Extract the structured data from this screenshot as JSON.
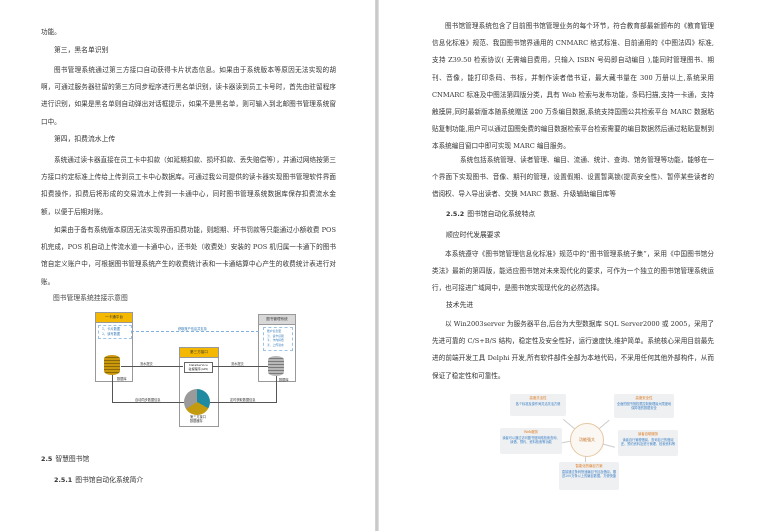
{
  "left_page": {
    "p0": "功能。",
    "h_blacklist": "第三，黑名单识别",
    "p_blacklist": "图书管理系统通过第三方接口自动获得卡片状态信息。如果由于系统版本等原因无法实现的胡啊，可通过服务器驻留的第三方同步程序进行黑名单识别，读卡器读到员工卡号时，首先由驻留程序进行识别，如果是黑名单则自动弹出对话框提示，如果不是黑名单，则可输入到北邮图书管理系统窗口中。",
    "h_fee": "第四，扣费流水上传",
    "p_fee1": "系统通过读卡器直接在员工卡中扣款（如延期扣款、损坏扣款、丢失赔偿等），并通过网络按第三方接口约定标准上传给上传到员工卡中心数据库。可通过我公司提供的读卡器实现图书管理软件界面扣费操作，扣费后将形成的交易流水上传到一卡通中心，同时图书管理系统数据库保存扣费流水金额，以便于后期对账。",
    "p_fee2": "如果由于备有系统版本原因无法实现界面扣费功能，则超期、坏书罚款等只能通过小额收费 POS 机完成，POS 机自动上传流水道一卡通中心，还书处（收费处）安装的 POS 机归属一卡通下的图书馆自定义账户中，可根据图书管理系统产生的收费统计表和一卡通结算中心产生的收费统计表进行对账。",
    "figure_caption": "图书管理系统挂接示意图",
    "h_25_num": "2.5",
    "h_25_text": "智慧图书馆",
    "h_251_num": "2.5.1",
    "h_251_text": "图书馆自动化系统简介"
  },
  "diagram": {
    "box_left_title": "一卡通平台",
    "box_left_items": "1、卡片数据\n2、读写数据",
    "box_left_db": "数据库",
    "box_right_title": "图书管理系统",
    "box_right_items": "账户信息更\n①、读卡识别\n②、卡内扣费\n③、上传流水",
    "box_right_db": "数据库",
    "box_mid_title": "第三方接口",
    "box_mid_service": "DataService\n驻留程序(API)",
    "box_mid_db": "第三方接口\n数据缓存",
    "arrow_top": "获取账户信息并支持",
    "arrow_left_mid": "流水提交",
    "arrow_right_mid": "流水提交",
    "arrow_bottom_left": "自动同步数据信息",
    "arrow_bottom_right": "定时获取数据信息"
  },
  "right_page": {
    "p1": "图书馆管理系统包含了目前图书馆管理业务的每个环节，符合教育部最新颁布的《教育管理信息化标准》规范、我国图书馆界通用的 CNMARC 格式标准、目前通用的《中图法四》标准,支持 Z39.50 检索协议( 无需编目费用，只输入 ISBN 号码即自动编目 ),能同时管理图书、期刊、音像，能打印条码、书标，并制作读者借书证，最大藏书量在 300 万册以上,系统采用 CNMARC 标准及中图法第四版分类，具有 Web 检索与发布功能，条码扫描,支持一卡通，支持触摸屏,同时最新版本随系统赠送 200 万条编目数据,系统支持国图公共检索平台 MARC 数据粘贴复制功能,用户可以通过国图免费的编目数据检索平台检索需要的编目数据然后通过粘贴复制到本系统编目窗口中即可实现 MARC 编目服务。",
    "p2": "系统包括系统管理、读者管理、编目、流通、统计、查询、馆务管理等功能，能够在一个界面下实现图书、音像、期刊的管理，设置假期、设置暂离锁(提高安全性)、暂停某些读者的借阅权、导入导出读者、交换 MARC 数据、升级辅助编目库等",
    "h_252_num": "2.5.2",
    "h_252_text": "图书馆自动化系统特点",
    "h_era": "顺应时代发展要求",
    "p3": "本系统遵守《图书馆管理信息化标准》规范中的“图书管理系统子集”，采用《中国图书馆分类法》最新的第四版，能适应图书馆对未来现代化的要求，可作为一个独立的图书馆管理系统运行，也可接进广域网中，是图书馆实现现代化的必然选择。",
    "h_tech": "技术先进",
    "p4": "以 Win2003server 为服务器平台,后台为大型数据库 SQL Server2000 或 2005，采用了先进可靠的 C/S+B/S 结构，稳定性及安全性好，运行速度快,维护简单。系统核心采用目前最先进的前端开发工具 Delphi 开发,所有软件部件全部为本地代码，不采用任何其他外部构件，从而保证了稳定性和可靠性。"
  },
  "mindmap": {
    "center": "功能强大",
    "cards": [
      {
        "title": "高度灵活性",
        "body": "各个标准及操作间灵活灵活方便"
      },
      {
        "title": "高度安全性",
        "body": "全面的图书馆权限控制管理最大限度地保障馆的数据安全"
      },
      {
        "title": "Web服务",
        "body": "读者可以通过访问图书馆网络检索查询、续借、预约、资料检索等功能"
      },
      {
        "title": "读者自助服务",
        "body": "读者自行管理借阅、查询自己的借阅史、预约资料及进行管理、检索资料等"
      },
      {
        "title": "智能化的编目方案",
        "body": "直接通过条码快速编目书目及借阅，赠送200万条以上的编目数据，方便快捷"
      }
    ]
  }
}
